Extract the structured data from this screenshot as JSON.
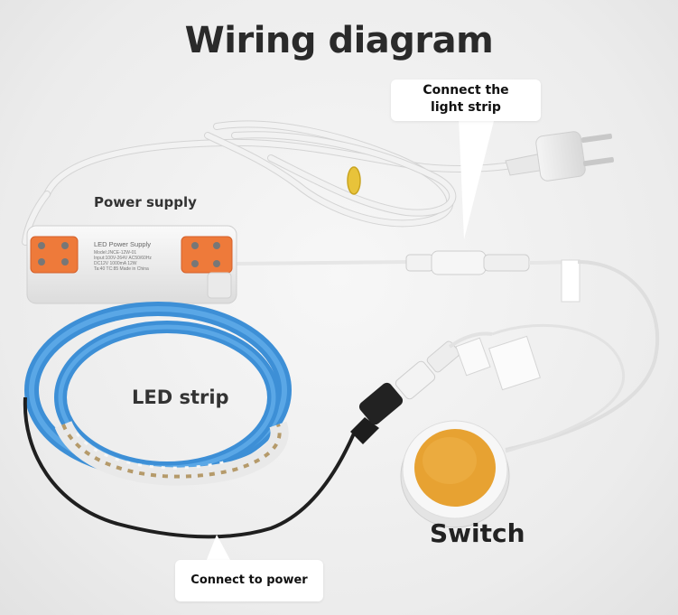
{
  "title": "Wiring diagram",
  "labels": {
    "power_supply": "Power supply",
    "led_strip": "LED strip",
    "switch": "Switch"
  },
  "callouts": {
    "connect_light_strip_line1": "Connect the",
    "connect_light_strip_line2": "light strip",
    "connect_to_power": "Connect to power"
  },
  "device_text": {
    "psu_line1": "LED Power Supply",
    "psu_line2": "Model:JNCE-12W-01",
    "psu_line3": "Input:100V-264V AC50/60Hz",
    "psu_line4": "DC12V 1000mA 12W",
    "psu_line5": "Ta:40 TC:85 Made in China"
  }
}
